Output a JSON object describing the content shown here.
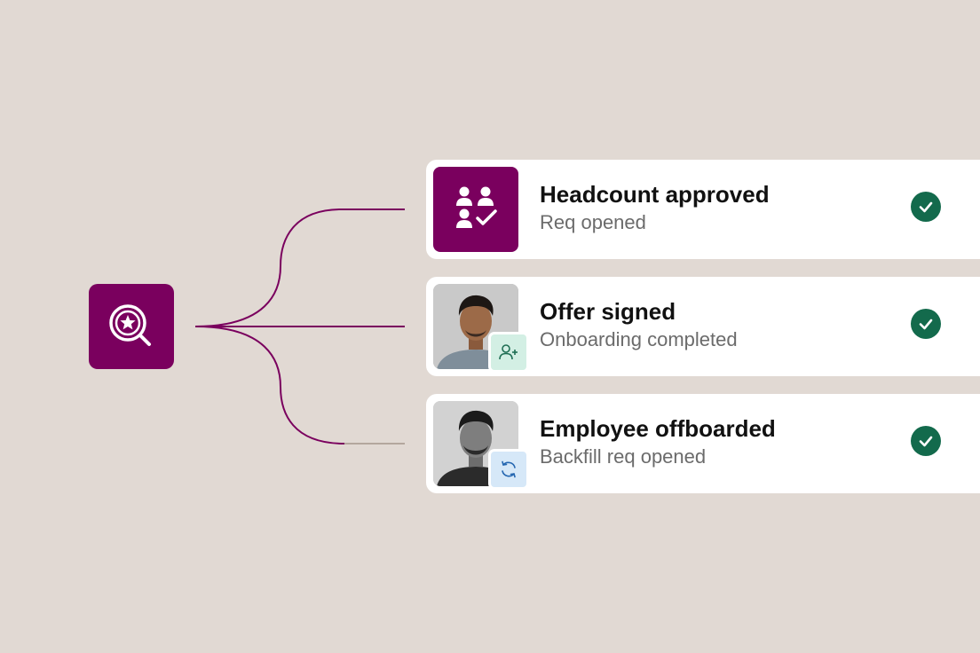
{
  "hub": {
    "icon": "search-star-icon",
    "color": "#7a005e"
  },
  "colors": {
    "background": "#e1d9d3",
    "brand": "#7a005e",
    "success": "#136a4c",
    "connector_inactive": "#b3a79d"
  },
  "steps": [
    {
      "title": "Headcount approved",
      "subtitle": "Req opened",
      "thumb": "people-check-icon",
      "status": "complete"
    },
    {
      "title": "Offer signed",
      "subtitle": "Onboarding completed",
      "thumb": "person-photo",
      "badge": "user-plus-icon",
      "status": "complete"
    },
    {
      "title": "Employee offboarded",
      "subtitle": "Backfill req opened",
      "thumb": "person-photo",
      "badge": "refresh-icon",
      "status": "complete"
    }
  ]
}
